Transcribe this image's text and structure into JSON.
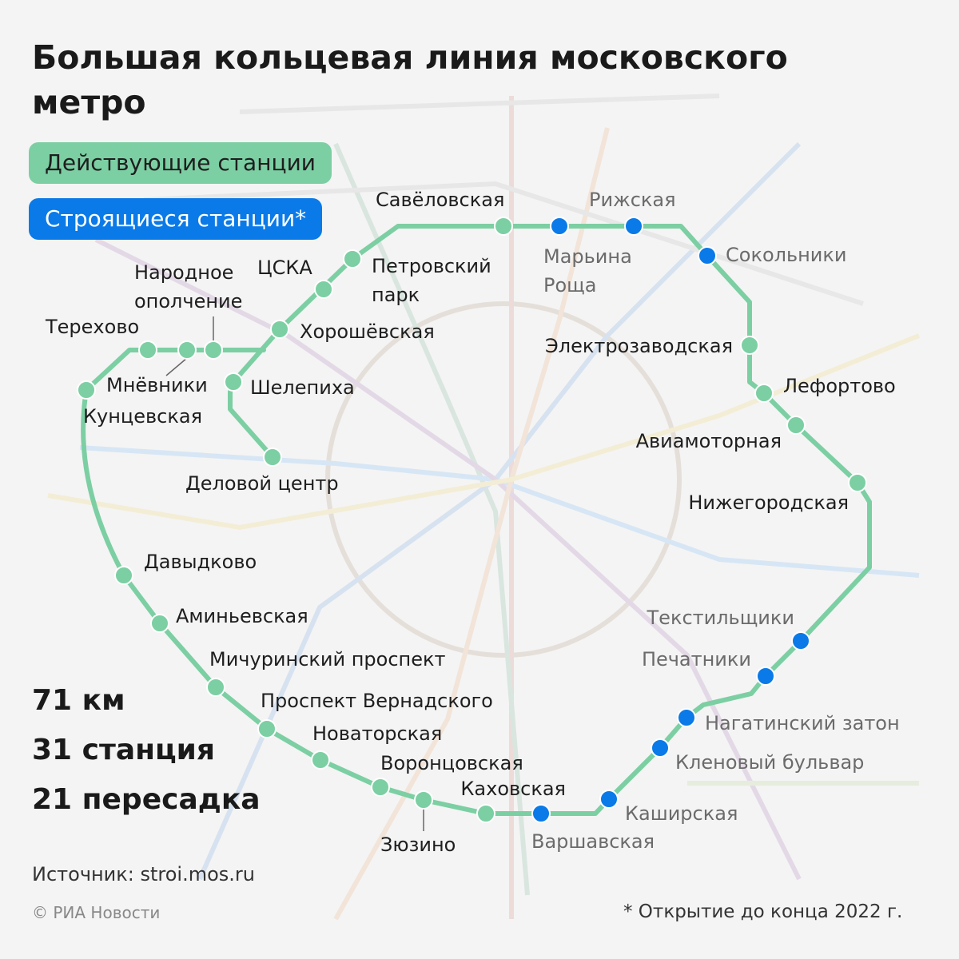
{
  "title": "Большая кольцевая линия московского метро",
  "legend": {
    "active": "Действующие станции",
    "building": "Строящиеся станции*"
  },
  "stats": {
    "length": "71 км",
    "stations": "31 станция",
    "transfers": "21 пересадка"
  },
  "source": "Источник: stroi.mos.ru",
  "copyright": "© РИА Новости",
  "footnote": "* Открытие до конца 2022 г.",
  "colors": {
    "active": "#7ccfa3",
    "building": "#0a7ae8",
    "active_label": "#1e1e1e",
    "building_label": "#6b6b6b"
  },
  "stations": [
    {
      "id": "savelovskaya",
      "name": "Савёловская",
      "status": "active"
    },
    {
      "id": "maryina-roshcha",
      "name": "Марьина Роща",
      "status": "building"
    },
    {
      "id": "rizhskaya",
      "name": "Рижская",
      "status": "building"
    },
    {
      "id": "sokolniki",
      "name": "Сокольники",
      "status": "building"
    },
    {
      "id": "elektrozavodskaya",
      "name": "Электрозаводская",
      "status": "active"
    },
    {
      "id": "lefortovo",
      "name": "Лефортово",
      "status": "active"
    },
    {
      "id": "aviamotornaya",
      "name": "Авиамоторная",
      "status": "active"
    },
    {
      "id": "nizhegorodskaya",
      "name": "Нижегородская",
      "status": "active"
    },
    {
      "id": "tekstilshchiki",
      "name": "Текстильщики",
      "status": "building"
    },
    {
      "id": "pechatniki",
      "name": "Печатники",
      "status": "building"
    },
    {
      "id": "nagatinsky-zaton",
      "name": "Нагатинский затон",
      "status": "building"
    },
    {
      "id": "klenovy-bulvar",
      "name": "Кленовый бульвар",
      "status": "building"
    },
    {
      "id": "kashirskaya",
      "name": "Каширская",
      "status": "building"
    },
    {
      "id": "varshavskaya",
      "name": "Варшавская",
      "status": "building"
    },
    {
      "id": "kakhovskaya",
      "name": "Каховская",
      "status": "active"
    },
    {
      "id": "zyuzino",
      "name": "Зюзино",
      "status": "active"
    },
    {
      "id": "vorontsovskaya",
      "name": "Воронцовская",
      "status": "active"
    },
    {
      "id": "novatorskaya",
      "name": "Новаторская",
      "status": "active"
    },
    {
      "id": "prospekt-vernadskogo",
      "name": "Проспект Вернадского",
      "status": "active"
    },
    {
      "id": "michurinsky-prospekt",
      "name": "Мичуринский проспект",
      "status": "active"
    },
    {
      "id": "aminyevskaya",
      "name": "Аминьевская",
      "status": "active"
    },
    {
      "id": "davydkovo",
      "name": "Давыдково",
      "status": "active"
    },
    {
      "id": "kuntsevskaya",
      "name": "Кунцевская",
      "status": "active"
    },
    {
      "id": "terekhovo",
      "name": "Терехово",
      "status": "active"
    },
    {
      "id": "mnevniki",
      "name": "Мнёвники",
      "status": "active"
    },
    {
      "id": "narodnoe-opolchenie",
      "name": "Народное ополчение",
      "status": "active"
    },
    {
      "id": "shelepikha",
      "name": "Шелепиха",
      "status": "active"
    },
    {
      "id": "delovoy-tsentr",
      "name": "Деловой центр",
      "status": "active"
    },
    {
      "id": "khoroshyovskaya",
      "name": "Хорошёвская",
      "status": "active"
    },
    {
      "id": "tsska",
      "name": "ЦСКА",
      "status": "active"
    },
    {
      "id": "petrovsky-park",
      "name": "Петровский парк",
      "status": "active"
    }
  ]
}
